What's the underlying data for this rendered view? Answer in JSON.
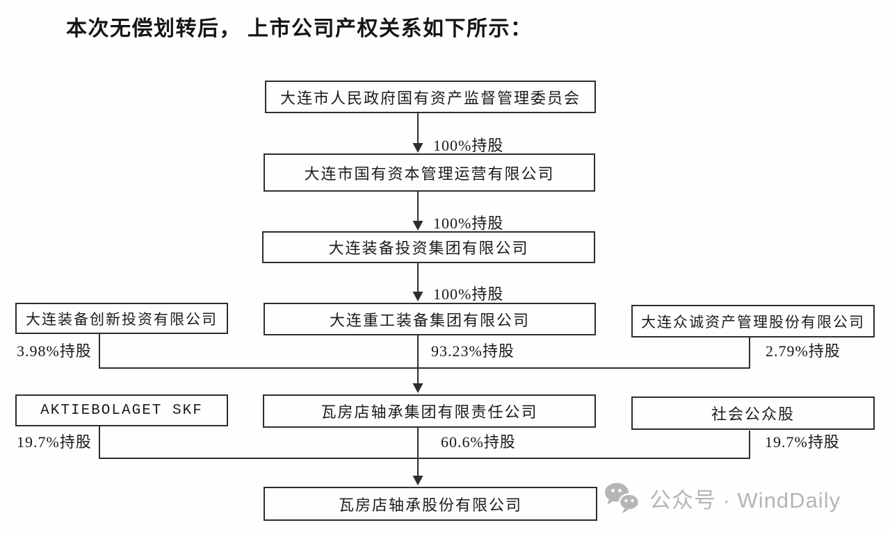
{
  "page": {
    "title": "本次无偿划转后， 上市公司产权关系如下所示："
  },
  "diagram": {
    "nodes": {
      "sasac": {
        "label": "大连市人民政府国有资产监督管理委员会"
      },
      "state_capital": {
        "label": "大连市国有资本管理运营有限公司"
      },
      "equipment_investment": {
        "label": "大连装备投资集团有限公司"
      },
      "innovation_investment": {
        "label": "大连装备创新投资有限公司"
      },
      "heavy_industry": {
        "label": "大连重工装备集团有限公司"
      },
      "zhongcheng_asset": {
        "label": "大连众诚资产管理股份有限公司"
      },
      "skf": {
        "label": "AKTIEBOLAGET SKF"
      },
      "wafangdian_group": {
        "label": "瓦房店轴承集团有限责任公司"
      },
      "public_shareholders": {
        "label": "社会公众股"
      },
      "wafangdian_bearing": {
        "label": "瓦房店轴承股份有限公司"
      }
    },
    "edges": {
      "sasac_to_capital": {
        "label": "100%持股"
      },
      "capital_to_equipment": {
        "label": "100%持股"
      },
      "equipment_to_heavy": {
        "label": "100%持股"
      },
      "innovation_to_group": {
        "label": "3.98%持股"
      },
      "heavy_to_group": {
        "label": "93.23%持股"
      },
      "zhongcheng_to_group": {
        "label": "2.79%持股"
      },
      "skf_to_company": {
        "label": "19.7%持股"
      },
      "group_to_company": {
        "label": "60.6%持股"
      },
      "public_to_company": {
        "label": "19.7%持股"
      }
    }
  },
  "watermark": {
    "text": "公众号 · WindDaily",
    "icon": "wechat-icon",
    "color": "#b5b5b5"
  },
  "colors": {
    "line": "#2d2d2d",
    "text": "#1a1a1a",
    "background": "#fefefe",
    "watermark": "#b5b5b5"
  }
}
